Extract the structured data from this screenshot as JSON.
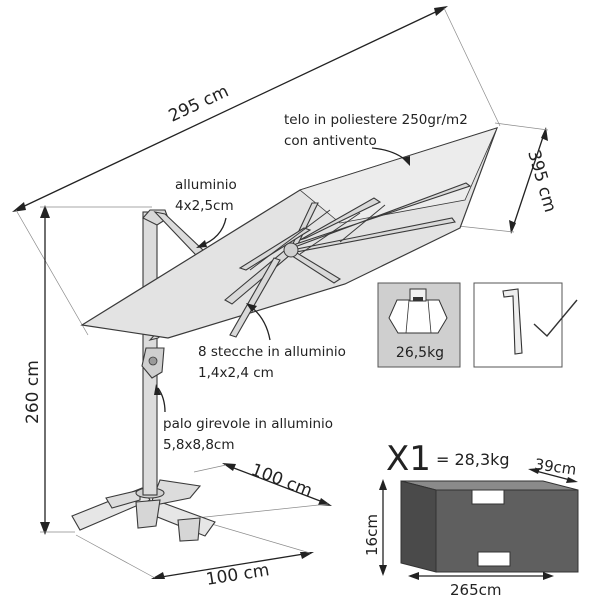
{
  "dimensions": {
    "canopy_diagonal": "295 cm",
    "canopy_side": "395 cm",
    "height": "260 cm",
    "base_depth": "100 cm",
    "base_width": "100 cm"
  },
  "callouts": {
    "canopy_fabric": [
      "telo in poliestere 250gr/m2",
      "con antivento"
    ],
    "frame": [
      "alluminio",
      "4x2,5cm"
    ],
    "ribs": [
      "8 stecche in alluminio",
      "1,4x2,4 cm"
    ],
    "pole": [
      "palo girevole in alluminio",
      "5,8x8,8cm"
    ]
  },
  "base_weight_box": {
    "weight": "26,5kg"
  },
  "package": {
    "quantity": "X1",
    "weight": "= 28,3kg",
    "depth": "39cm",
    "height": "16cm",
    "length": "265cm"
  },
  "colors": {
    "canopy": "#e3e3e3",
    "canopy_shadow": "#cfcfcf",
    "frame": "#dcdcdc",
    "weight_box_bg": "#cfcfcf",
    "package_front": "#5f5f5f",
    "package_side": "#4a4a4a",
    "package_top": "#8a8a8a"
  },
  "icons": [
    "base-weight-icon",
    "allen-key-icon",
    "checkmark-icon"
  ]
}
